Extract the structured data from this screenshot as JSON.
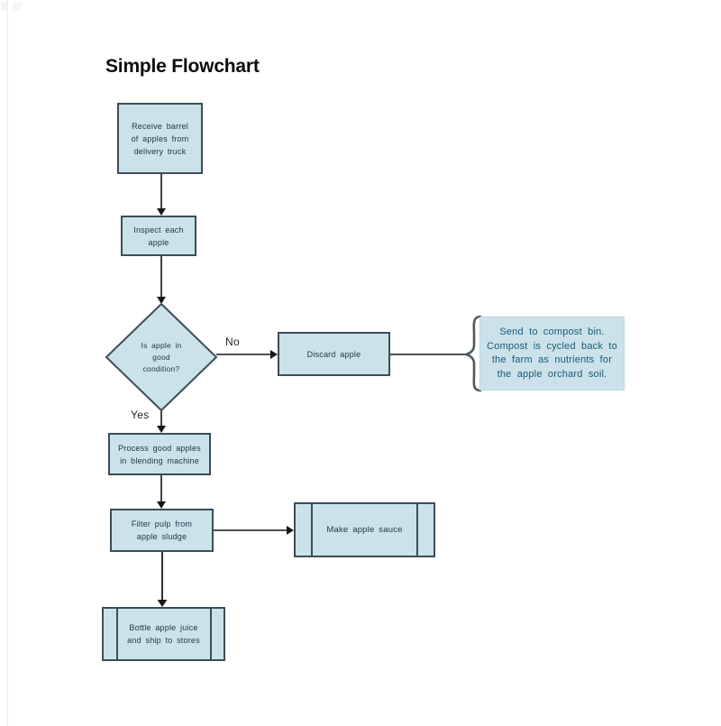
{
  "title": "Simple Flowchart",
  "labels": {
    "yes": "Yes",
    "no": "No"
  },
  "nodes": {
    "receive": "Receive barrel\nof apples  from\ndelivery truck",
    "inspect": "Inspect each\napple",
    "decision": "Is apple  in\ngood\ncondition?",
    "discard": "Discard apple",
    "compost": "Send to compost  bin.\nCompost is cycled back  to\nthe farm as nutrients  for\nthe apple orchard  soil.",
    "process": "Process good  apples\nin blending  machine",
    "filter": "Filter pulp  from\napple sludge",
    "sauce": "Make apple  sauce",
    "bottle": "Bottle apple  juice\nand ship to stores"
  },
  "colors": {
    "node_fill": "#cbe2eb",
    "node_border": "#3c4d57",
    "connector": "#161616",
    "node_text": "#1f3340",
    "compost_text": "#175a72",
    "title_text": "#0d0d0d"
  }
}
